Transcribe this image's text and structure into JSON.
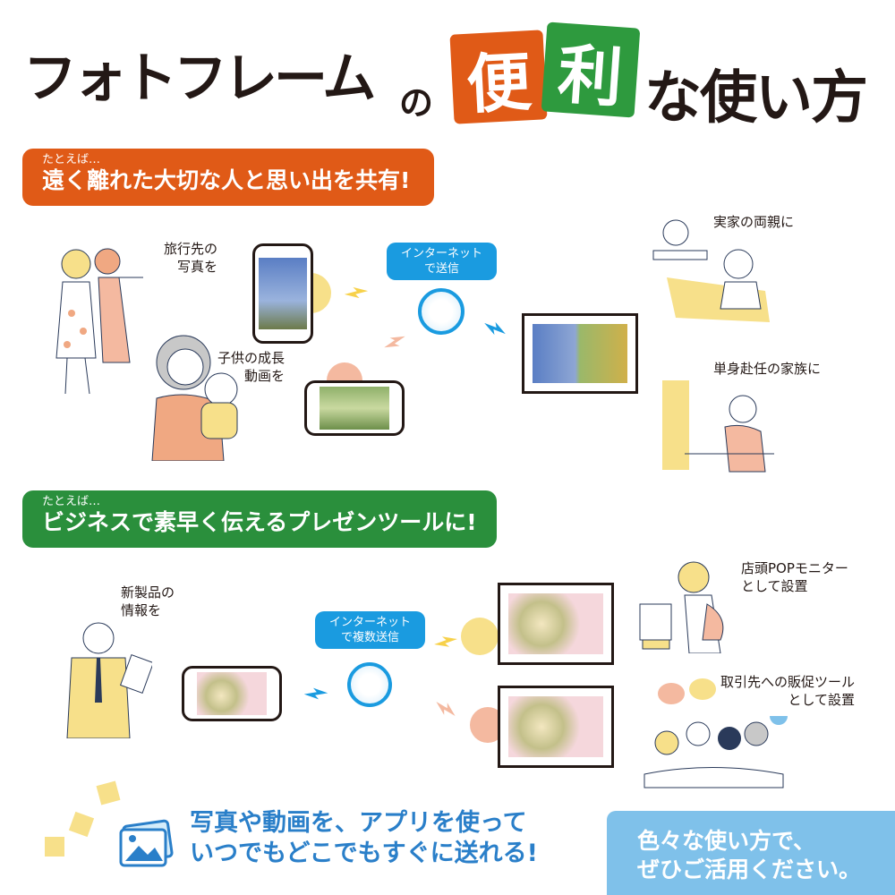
{
  "title": {
    "main": "フォトフレーム",
    "particle": "の",
    "box1": "便",
    "box2": "利",
    "rest": "な使い方",
    "colors": {
      "box1": "#e05a17",
      "box2": "#2e9a3e"
    }
  },
  "section1": {
    "prefix": "たとえば…",
    "heading": "遠く離れた大切な人と思い出を共有!",
    "color": "#e05a17",
    "label_travel": "旅行先の\n写真を",
    "label_child": "子供の成長\n動画を",
    "bubble": "インターネット\nで送信",
    "label_parents": "実家の両親に",
    "label_family": "単身赴任の家族に"
  },
  "section2": {
    "prefix": "たとえば…",
    "heading": "ビジネスで素早く伝えるプレゼンツールに!",
    "color": "#2a8f3c",
    "label_product": "新製品の\n情報を",
    "bubble": "インターネット\nで複数送信",
    "label_pop": "店頭POPモニター\nとして設置",
    "label_client": "取引先への販促ツール\nとして設置"
  },
  "footer": {
    "app_text": "写真や動画を、アプリを使って\nいつでもどこでもすぐに送れる!",
    "cta": "色々な使い方で、\nぜひご活用ください。",
    "cta_color": "#7fc1ea",
    "text_color": "#2a7fc9"
  }
}
